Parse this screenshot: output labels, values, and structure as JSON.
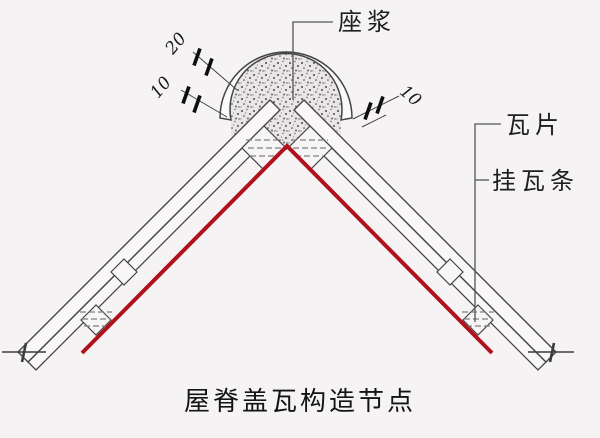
{
  "title": "屋脊盖瓦构造节点",
  "labels": {
    "mortar": "座浆",
    "tile": "瓦片",
    "batten": "挂瓦条"
  },
  "dimensions": {
    "cap_thickness": "20",
    "left_gap": "10",
    "right_gap": "10"
  },
  "colors": {
    "background": "#f6f3f4",
    "line": "#464646",
    "accent_red": "#b0121c",
    "stipple_bg": "#eae6e7",
    "hatch_dash": "#808080"
  }
}
